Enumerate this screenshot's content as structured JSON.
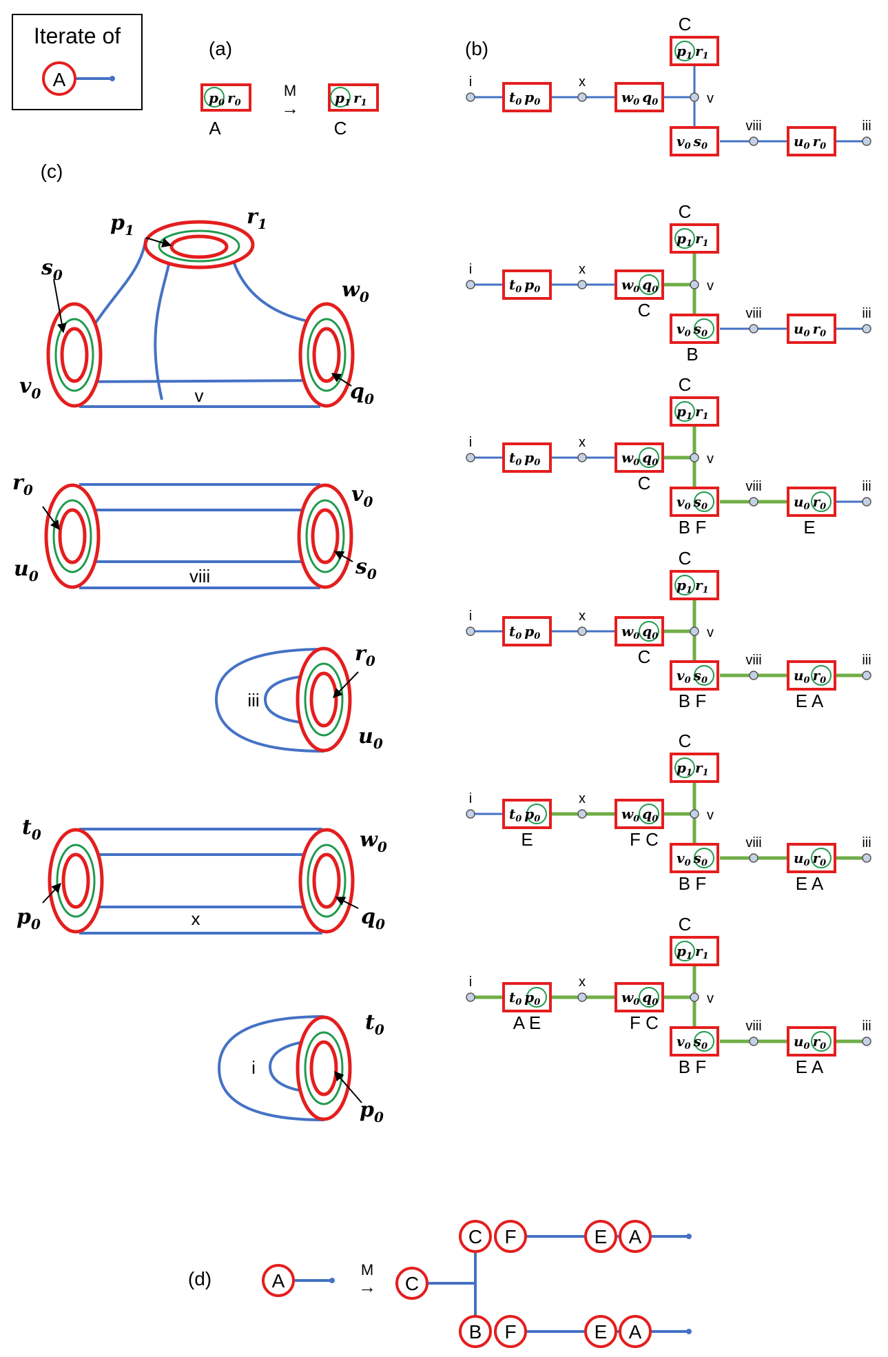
{
  "legend": {
    "title": "Iterate of",
    "letter": "A"
  },
  "panel_a": {
    "label": "(a)",
    "box1": [
      "p",
      "0",
      "r",
      "0"
    ],
    "box2": [
      "p",
      "1",
      "r",
      "1"
    ],
    "map": "M",
    "arrow": "→",
    "below1": "A",
    "below2": "C"
  },
  "panel_b": {
    "label": "(b)"
  },
  "panel_c": {
    "label": "(c)"
  },
  "panel_d": {
    "label": "(d)",
    "map": "M",
    "arrow": "→"
  },
  "tori": {
    "t1": {
      "p1": "p",
      "p1s": "1",
      "r1": "r",
      "r1s": "1",
      "s0": "s",
      "s0s": "0",
      "w0": "w",
      "w0s": "0",
      "v0": "v",
      "v0s": "0",
      "q0": "q",
      "q0s": "0",
      "edge": "v"
    },
    "t2": {
      "r0": "r",
      "r0s": "0",
      "v0": "v",
      "v0s": "0",
      "u0": "u",
      "u0s": "0",
      "s0": "s",
      "s0s": "0",
      "edge": "viii"
    },
    "t3": {
      "r0": "r",
      "r0s": "0",
      "u0": "u",
      "u0s": "0",
      "edge": "iii"
    },
    "t4": {
      "t0": "t",
      "t0s": "0",
      "w0": "w",
      "w0s": "0",
      "p0": "p",
      "p0s": "0",
      "q0": "q",
      "q0s": "0",
      "edge": "x"
    },
    "t5": {
      "t0": "t",
      "t0s": "0",
      "p0": "p",
      "p0s": "0",
      "edge": "i"
    }
  },
  "graph": {
    "node_labels": {
      "i": "i",
      "x": "x",
      "v": "v",
      "viii": "viii",
      "iii": "iii",
      "top_C": "C"
    },
    "boxes": {
      "t0p0": [
        "t",
        "0",
        "p",
        "0"
      ],
      "w0q0": [
        "w",
        "0",
        "q",
        "0"
      ],
      "p1r1": [
        "p",
        "1",
        "r",
        "1"
      ],
      "v0s0": [
        "v",
        "0",
        "s",
        "0"
      ],
      "u0r0": [
        "u",
        "0",
        "r",
        "0"
      ]
    },
    "rows": [
      {
        "labels": {
          "t0p0": "",
          "w0q0": "",
          "v0s0": "",
          "u0r0": ""
        }
      },
      {
        "labels": {
          "t0p0": "",
          "w0q0": "C",
          "v0s0": "B",
          "u0r0": ""
        }
      },
      {
        "labels": {
          "t0p0": "",
          "w0q0": "C",
          "v0s0": "B  F",
          "u0r0": "E"
        }
      },
      {
        "labels": {
          "t0p0": "",
          "w0q0": "C",
          "v0s0": "B  F",
          "u0r0": "E  A"
        }
      },
      {
        "labels": {
          "t0p0": "E",
          "w0q0": "F  C",
          "v0s0": "B  F",
          "u0r0": "E  A"
        }
      },
      {
        "labels": {
          "t0p0": "A  E",
          "w0q0": "F  C",
          "v0s0": "B  F",
          "u0r0": "E  A"
        }
      }
    ]
  },
  "panel_d_nodes": {
    "A": "A",
    "C": "C",
    "C2": "C",
    "F1": "F",
    "E1": "E",
    "A1": "A",
    "B": "B",
    "F2": "F",
    "E2": "E",
    "A2": "A"
  },
  "colors": {
    "red": "#e41e1e",
    "green": "#1f9a4d",
    "blue": "#4472c4",
    "lime": "#70ad47",
    "node": "#c4d1e6"
  }
}
